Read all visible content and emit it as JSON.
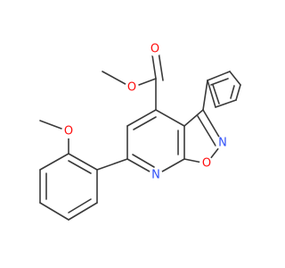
{
  "diagram": {
    "type": "chemical-structure",
    "colors": {
      "bond": "#3a3a3a",
      "oxygen": "#ff0d0d",
      "nitrogen": "#3050f8",
      "background": "#ffffff"
    },
    "atom_labels": {
      "ester_carbonyl_o": "O",
      "ester_ether_o": "O",
      "isoxazole_n": "N",
      "isoxazole_o": "O",
      "pyridine_n": "N",
      "methoxy_o": "O"
    }
  }
}
